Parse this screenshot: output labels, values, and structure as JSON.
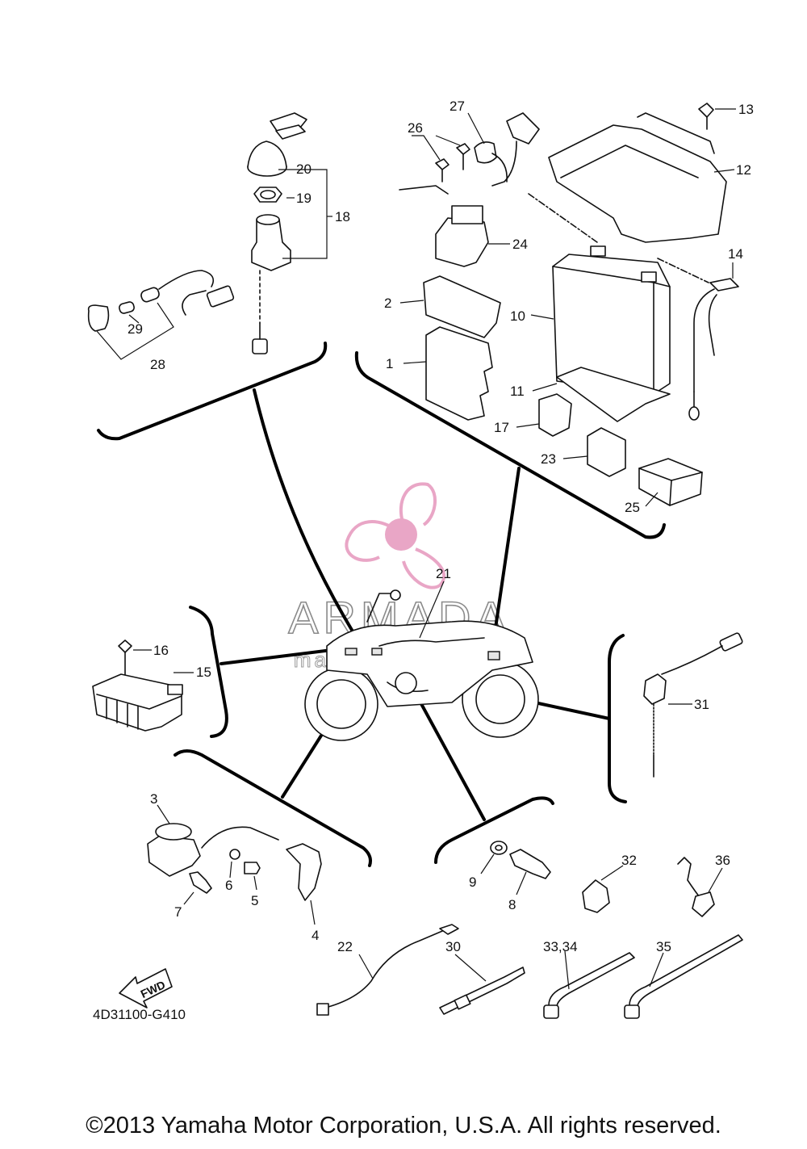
{
  "watermark": {
    "brand": "ARMADA",
    "tagline": "marine outboards",
    "color": "#e9a6c6",
    "text_color": "#8a8a8a"
  },
  "callouts": {
    "c1": "1",
    "c2": "2",
    "c3": "3",
    "c4": "4",
    "c5": "5",
    "c6": "6",
    "c7": "7",
    "c8": "8",
    "c9": "9",
    "c10": "10",
    "c11": "11",
    "c12": "12",
    "c13": "13",
    "c14": "14",
    "c15": "15",
    "c16": "16",
    "c17": "17",
    "c18": "18",
    "c19": "19",
    "c20": "20",
    "c21": "21",
    "c22": "22",
    "c23": "23",
    "c24": "24",
    "c25": "25",
    "c26": "26",
    "c27": "27",
    "c28": "28",
    "c29": "29",
    "c30": "30",
    "c31": "31",
    "c32": "32",
    "c33_34": "33,34",
    "c35": "35",
    "c36": "36"
  },
  "fwd_label": "FWD",
  "diagram_code": "4D31100-G410",
  "copyright": "©2013 Yamaha Motor Corporation, U.S.A. All rights reserved."
}
